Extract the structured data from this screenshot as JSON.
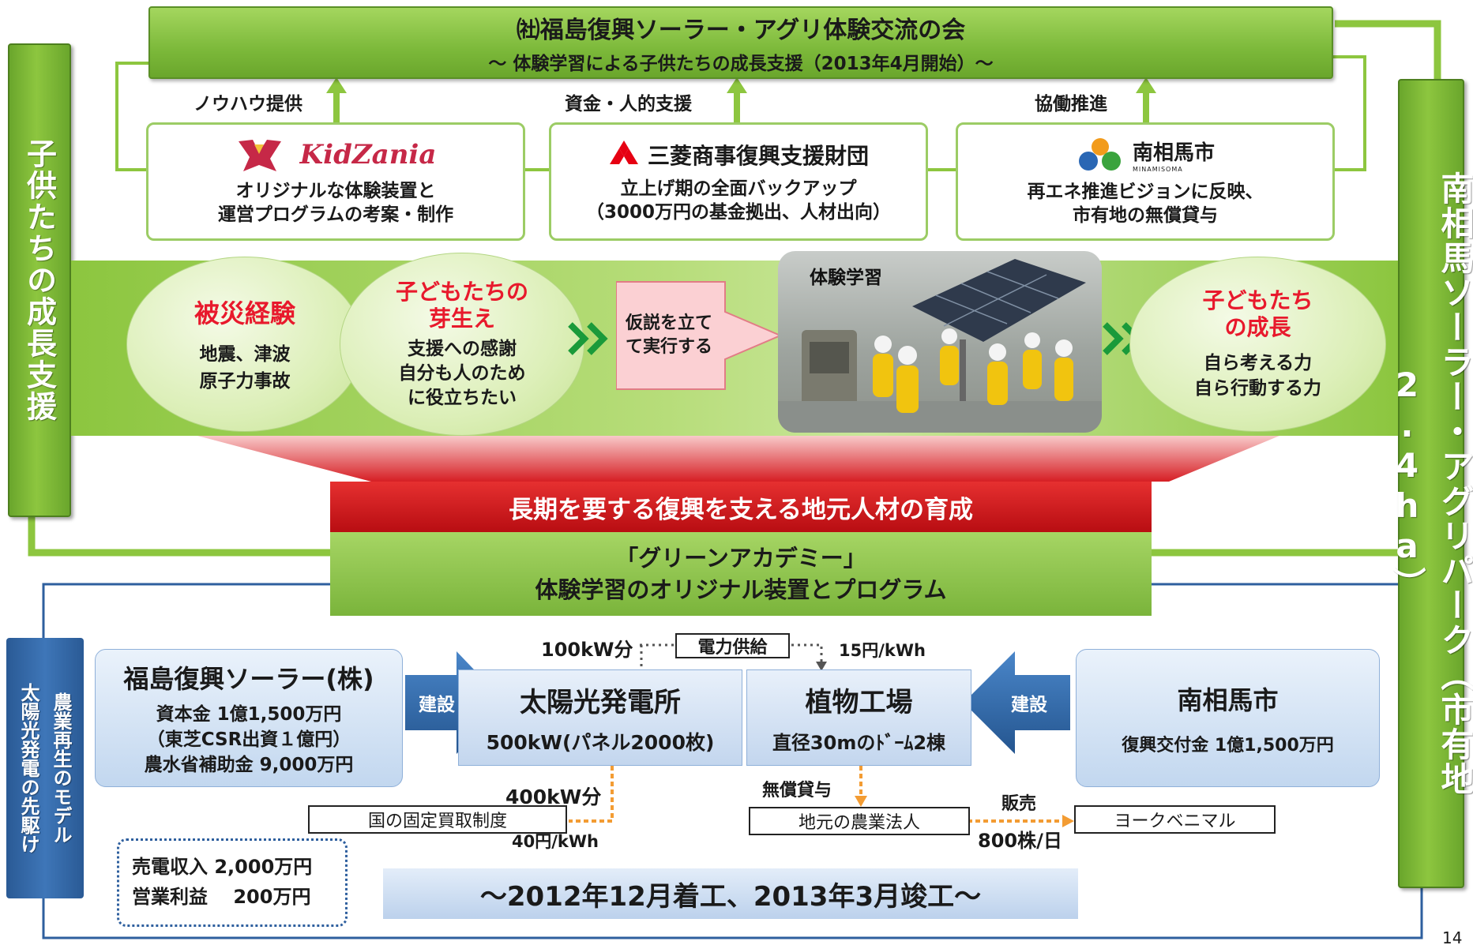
{
  "left_bar": "子供たちの成長支援",
  "right_bar": "南相馬ソーラー・アグリパーク（市有地2.4ha）",
  "header": {
    "title": "㈳福島復興ソーラー・アグリ体験交流の会",
    "subtitle": "～ 体験学習による子供たちの成長支援（2013年4月開始）～"
  },
  "support_labels": [
    "ノウハウ提供",
    "資金・人的支援",
    "協働推進"
  ],
  "partners": [
    {
      "name": "KidZania",
      "lines": [
        "オリジナルな体験装置と",
        "運営プログラムの考案・制作"
      ]
    },
    {
      "name": "三菱商事復興支援財団",
      "lines": [
        "立上げ期の全面バックアップ",
        "（3000万円の基金拠出、人材出向）"
      ]
    },
    {
      "name": "南相馬市",
      "sub": "MINAMISOMA",
      "lines": [
        "再エネ推進ビジョンに反映、",
        "市有地の無償貸与"
      ]
    }
  ],
  "flow": {
    "disaster": {
      "title": "被災経験",
      "lines": [
        "地震、津波",
        "原子力事故"
      ]
    },
    "sprout": {
      "title": [
        "子どもたちの",
        "芽生え"
      ],
      "lines": [
        "支援への感謝",
        "自分も人のため",
        "に役立ちたい"
      ]
    },
    "hypothesis": [
      "仮説を立て",
      "て実行する"
    ],
    "photo_label": "体験学習",
    "growth": {
      "title": [
        "子どもたち",
        "の成長"
      ],
      "lines": [
        "自ら考える力",
        "自ら行動する力"
      ]
    }
  },
  "red_banner": "長期を要する復興を支える地元人材の育成",
  "green_banner": [
    "「グリーンアカデミー」",
    "体験学習のオリジナル装置とプログラム"
  ],
  "model_tag": [
    "農業再生のモデル",
    "太陽光発電の先駆け"
  ],
  "company": {
    "title": "福島復興ソーラー(株)",
    "lines": [
      "資本金 1億1,500万円",
      "（東芝CSR出資１億円）",
      "農水省補助金 9,000万円"
    ]
  },
  "build_label": "建設",
  "solar_plant": {
    "title": "太陽光発電所",
    "detail": "500kW(パネル2000枚)"
  },
  "plant_factory": {
    "title": "植物工場",
    "detail": "直径30mのﾄﾞｰﾑ2棟"
  },
  "city": {
    "title": "南相馬市",
    "detail": "復興交付金 1億1,500万円"
  },
  "power": {
    "amount": "100kW分",
    "label": "電力供給",
    "price": "15円/kWh"
  },
  "feedin": {
    "amount": "400kW分",
    "label": "国の固定買取制度",
    "price": "40円/kWh"
  },
  "lending": {
    "label": "無償貸与",
    "target": "地元の農業法人"
  },
  "sales": {
    "label": "販売",
    "target": "ヨークベニマル",
    "volume": "800株/日"
  },
  "revenue": [
    "売電収入 2,000万円",
    "営業利益　 200万円"
  ],
  "schedule": "～2012年12月着工、2013年3月竣工～",
  "page_number": "14",
  "colors": {
    "green": "#8dc63f",
    "dark_green": "#4d7f1e",
    "red": "#e8192c",
    "blue": "#2e5f9e",
    "orange": "#f39c33"
  }
}
